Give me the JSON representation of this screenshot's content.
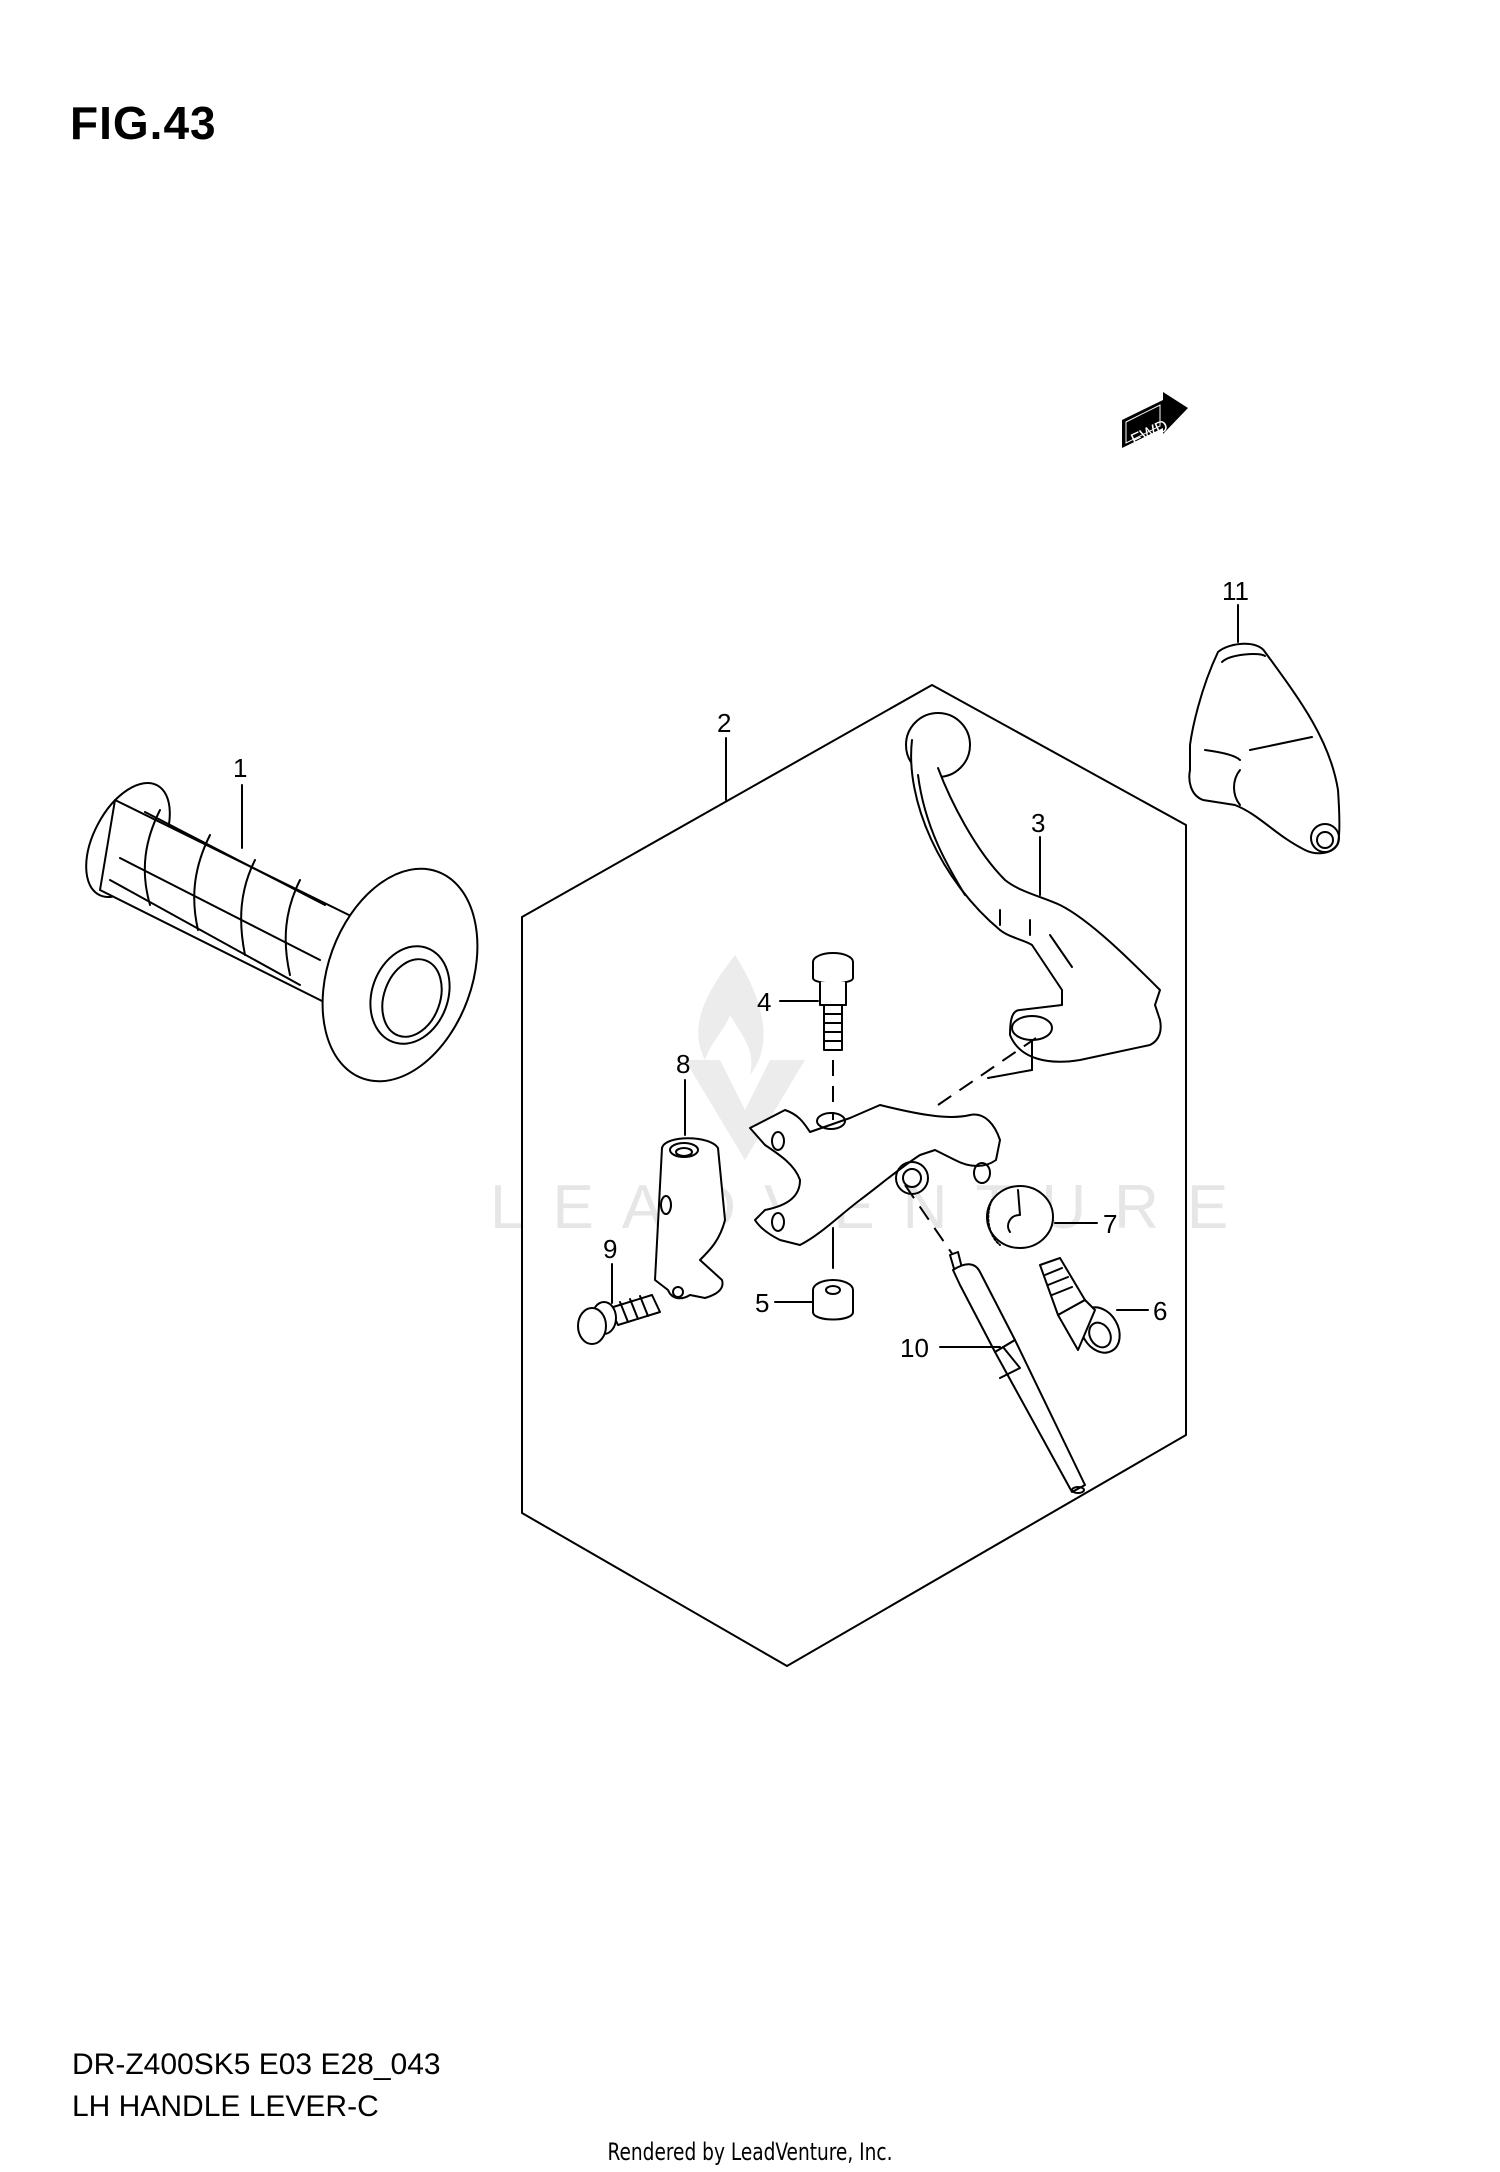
{
  "figure": {
    "title": "FIG.43",
    "model_code": "DR-Z400SK5 E03 E28_043",
    "section_name": "LH HANDLE LEVER-C",
    "rendered_by": "Rendered by LeadVenture, Inc.",
    "direction_badge": "FWD",
    "watermark": "LEADVENTURE"
  },
  "callouts": [
    {
      "number": "1",
      "part": "handle-grip"
    },
    {
      "number": "2",
      "part": "lever-assembly-kit"
    },
    {
      "number": "3",
      "part": "clutch-lever"
    },
    {
      "number": "4",
      "part": "lever-pivot-bolt"
    },
    {
      "number": "5",
      "part": "pivot-nut"
    },
    {
      "number": "6",
      "part": "cable-adjuster"
    },
    {
      "number": "7",
      "part": "adjuster-locknut"
    },
    {
      "number": "8",
      "part": "lever-holder-clamp"
    },
    {
      "number": "9",
      "part": "clamp-bolt"
    },
    {
      "number": "10",
      "part": "clutch-cable"
    },
    {
      "number": "11",
      "part": "lever-cover"
    }
  ],
  "colors": {
    "line": "#000000",
    "background": "#ffffff",
    "watermark": "#e6e6e6"
  }
}
